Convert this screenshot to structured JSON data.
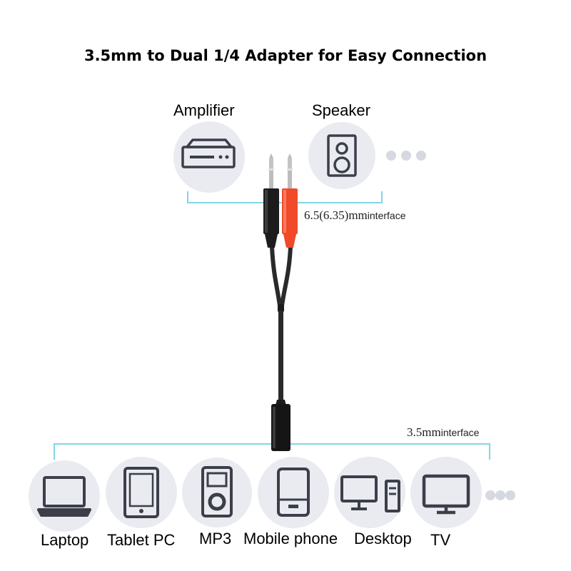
{
  "title": "3.5mm to Dual 1/4 Adapter for Easy Connection",
  "top_devices": [
    {
      "label": "Amplifier",
      "icon": "amplifier-icon"
    },
    {
      "label": "Speaker",
      "icon": "speaker-icon"
    }
  ],
  "bottom_devices": [
    {
      "label": "Laptop",
      "icon": "laptop-icon"
    },
    {
      "label": "Tablet PC",
      "icon": "tablet-icon"
    },
    {
      "label": "MP3",
      "icon": "mp3-player-icon"
    },
    {
      "label": "Mobile phone",
      "icon": "mobile-phone-icon"
    },
    {
      "label": "Desktop",
      "icon": "desktop-icon"
    },
    {
      "label": "TV",
      "icon": "tv-icon"
    }
  ],
  "top_interface": {
    "size": "6.5(6.35)mm",
    "suffix": "interface"
  },
  "bottom_interface": {
    "size": "3.5mm",
    "suffix": "interface"
  },
  "colors": {
    "circle": "#e9ebf1",
    "icon": "#3c3f4a",
    "bracket": "#7fd6e6",
    "plug_red": "#f04a2a",
    "plug_black": "#1c1c1c",
    "cable": "#2a2a2a",
    "dots": "#d6d9e1"
  }
}
